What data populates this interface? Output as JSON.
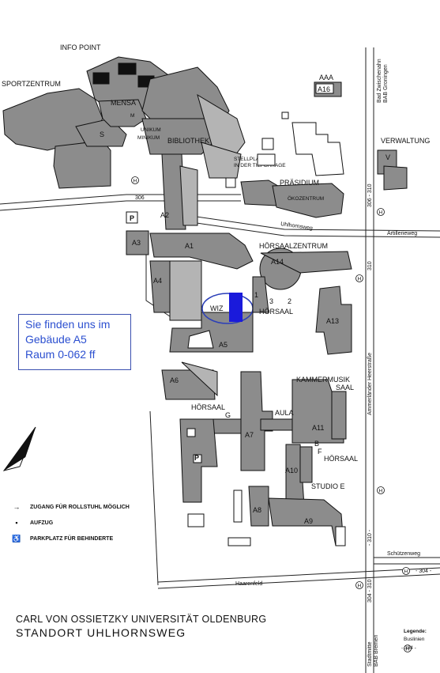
{
  "map": {
    "building_labels": {
      "info_point": "INFO POINT",
      "sportzentrum": "SPORTZENTRUM",
      "mensa": "MENSA",
      "m": "M",
      "s": "S",
      "unikum": "UNIKUM",
      "minikum": "MINIKUM",
      "bibliothek": "BIBLIOTHEK",
      "stellplaetze": "STELLPLÄTZE",
      "tiefgarage": "IN DER TIEFGARAGE",
      "praesidium": "PRÄSIDIUM",
      "oekozentrum": "ÖKOZENTRUM",
      "aaa": "AAA",
      "a16": "A16",
      "verwaltung": "VERWALTUNG",
      "v": "V",
      "a1": "A1",
      "a2": "A2",
      "a3": "A3",
      "a4": "A4",
      "a5": "A5",
      "a6": "A6",
      "a7": "A7",
      "a8": "A8",
      "a9": "A9",
      "a10": "A10",
      "a11": "A11",
      "a13": "A13",
      "a14": "A14",
      "hoersaalzentrum": "HÖRSAALZENTRUM",
      "hoersaal": "HÖRSAAL",
      "hoersaal_num_1": "1",
      "hoersaal_num_2": "2",
      "hoersaal_num_3": "3",
      "wiz": "WIZ",
      "kammermusik": "KAMMERMUSIK",
      "saal": "SAAL",
      "aula": "AULA",
      "g": "G",
      "b": "B",
      "f": "F",
      "studio_e": "STUDIO  E",
      "p": "P",
      "h": "H"
    },
    "road_labels": {
      "uhlhornsweg": "Uhlhornsweg",
      "artillerieweg": "Artillerieweg",
      "ammerlaender_heerstrasse": "Ammerländer Heerstraße",
      "schuetzenweg": "Schützenweg",
      "haarenfeld": "Haarenfeld",
      "bad_zwischenahn": "Bad Zwischenahn",
      "bab_groningen": "BAB Groningen",
      "stadtmitte": "Stadtmitte",
      "bab_bremen": "BAB Bremen",
      "bus_306": "306",
      "bus_310": "310",
      "bus_304": "304",
      "bus_306_310": "306 - 310",
      "bus_304_310": "304 - 310",
      "bus_310_dash": "- 310 -",
      "bus_304_dash": "- 304 -"
    },
    "highlight_color": "#1a1adb",
    "ellipse_color": "#2b3fb8"
  },
  "info_box": {
    "line1": "Sie finden uns im",
    "line2": "Gebäude A5",
    "line3": "Raum 0-062 ff",
    "text_color": "#2b4fd0"
  },
  "legend": {
    "items": [
      {
        "icon": "wheelchair-access-arrow-icon",
        "symbol": "→",
        "label": "ZUGANG FÜR ROLLSTUHL MÖGLICH"
      },
      {
        "icon": "elevator-icon",
        "symbol": "▪",
        "label": "AUFZUG"
      },
      {
        "icon": "accessible-parking-icon",
        "symbol": "♿",
        "label": "PARKPLATZ FÜR BEHINDERTE"
      }
    ]
  },
  "footer": {
    "university": "CARL VON OSSIETZKY UNIVERSITÄT OLDENBURG",
    "site": "STANDORT UHLHORNSWEG",
    "legende": "Legende:",
    "buslinien": "Buslinien",
    "bus_line": "- 304 -"
  }
}
